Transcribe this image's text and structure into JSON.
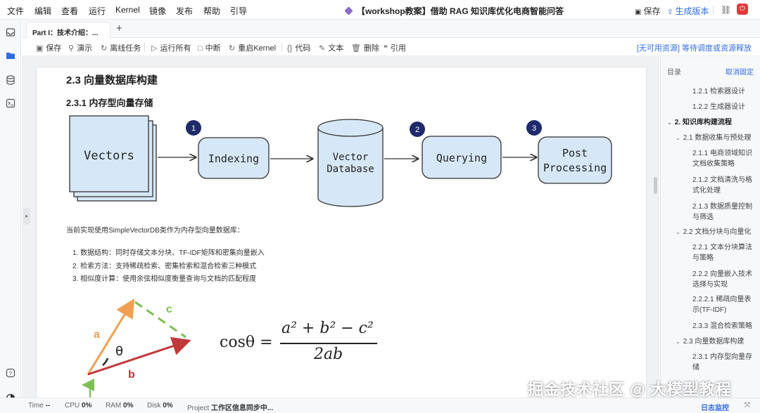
{
  "menubar": {
    "items": [
      "文件",
      "编辑",
      "查看",
      "运行",
      "Kernel",
      "镜像",
      "发布",
      "帮助",
      "引导"
    ],
    "title": "【workshop教案】借助 RAG 知识库优化电商智能问答",
    "save": "保存",
    "publish": "生成版本"
  },
  "tabs": [
    {
      "label": "Part I：技术介绍：..."
    }
  ],
  "toolbar": {
    "save": "保存",
    "demo": "演示",
    "offline": "离线任务",
    "run_all": "运行所有",
    "interrupt": "中断",
    "restart": "重启Kernel",
    "code": "代码",
    "text": "文本",
    "delete": "删除",
    "cite": "引用",
    "resource_status": "[无可用资源] 等待调度或资源释放"
  },
  "content": {
    "h2": "2.3 向量数据库构建",
    "h3": "2.3.1 内存型向量存储",
    "flow": {
      "vectors": "Vectors",
      "indexing": "Indexing",
      "db_line1": "Vector",
      "db_line2": "Database",
      "querying": "Querying",
      "post_line1": "Post",
      "post_line2": "Processing",
      "step1": "1",
      "step2": "2",
      "step3": "3"
    },
    "paragraph": "当前实现使用SimpleVectorDB类作为内存型向量数据库：",
    "list": [
      "1. 数据结构：同时存储文本分块、TF-IDF矩阵和密集向量嵌入",
      "2. 检索方法：支持稀疏检索、密集检索和混合检索三种模式",
      "3. 相似度计算：使用余弦相似度衡量查询与文档的匹配程度"
    ],
    "triangle": {
      "a": "a",
      "b": "b",
      "c": "c",
      "theta": "θ"
    },
    "formula": {
      "lhs": "cosθ =",
      "num": "a² + b² − c²",
      "den": "2ab"
    }
  },
  "toc": {
    "title": "目录",
    "unpin": "取消固定",
    "items": [
      "1.2.1 检索器设计",
      "1.2.2 生成器设计",
      "2. 知识库构建流程",
      "2.1 数据收集与预处理",
      "2.1.1 电商领域知识",
      "文档收集策略",
      "2.1.2 文档清洗与格",
      "式化处理",
      "2.1.3 数据质量控制",
      "与筛选",
      "2.2 文档分块与向量化",
      "2.2.1 文本分块算法",
      "与策略",
      "2.2.2 向量嵌入技术",
      "选择与实现",
      "2.2.2.1 稀疏向量表",
      "示(TF-IDF)",
      "2.3.3 混合检索策略",
      "2.3 向量数据库构建",
      "2.3.1 内存型向量存",
      "储"
    ]
  },
  "status": {
    "time_label": "Time",
    "time_val": "--",
    "cpu_label": "CPU",
    "cpu_val": "0%",
    "ram_label": "RAM",
    "ram_val": "0%",
    "disk_label": "Disk",
    "disk_val": "0%",
    "project_label": "Project",
    "project_val": "工作区信息同步中...",
    "log_monitor": "日志监控"
  },
  "watermark": "掘金技术社区 @ 大模型教程",
  "colors": {
    "accent": "#2f6ce5",
    "box_fill": "#d6e8f7",
    "badge": "#1f2a6b",
    "arrow_a": "#f0a050",
    "arrow_b": "#c0393b",
    "dash_c": "#7cbf54"
  }
}
